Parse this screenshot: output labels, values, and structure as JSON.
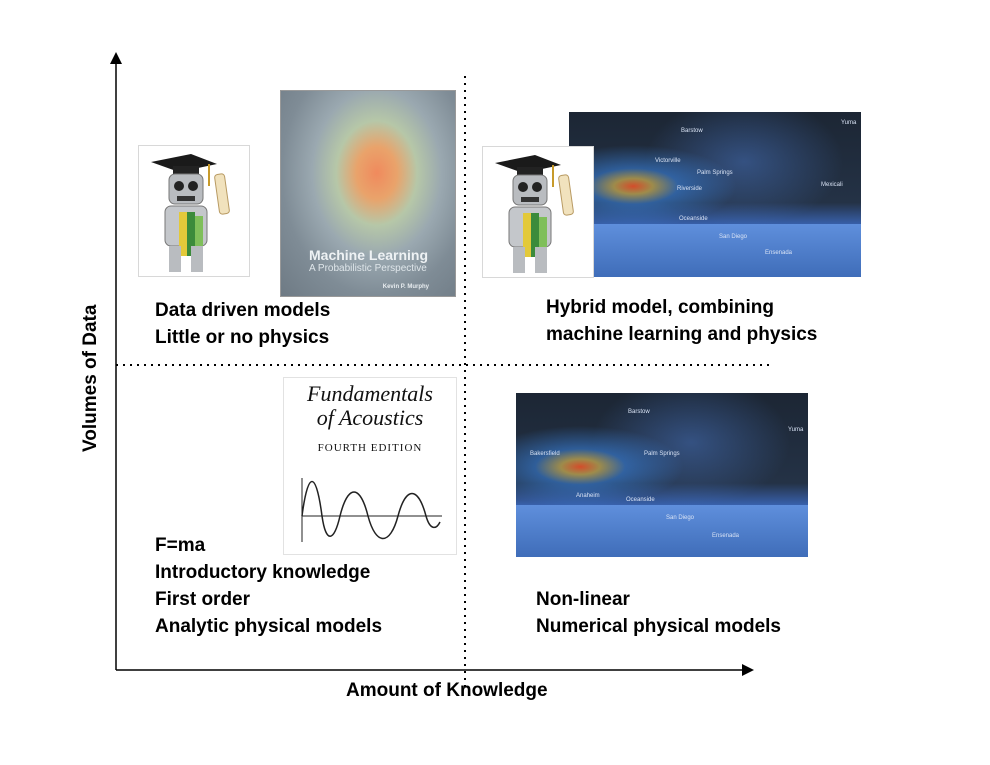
{
  "axes": {
    "x_title": "Amount of Knowledge",
    "y_title": "Volumes of Data"
  },
  "quadrants": {
    "top_left": {
      "line1": "Data driven models",
      "line2": "Little or no physics"
    },
    "top_right": {
      "line1": "Hybrid model, combining",
      "line2": "machine learning and physics"
    },
    "bottom_left": {
      "line1": "F=ma",
      "line2": "Introductory knowledge",
      "line3": "First order",
      "line4": "Analytic physical models"
    },
    "bottom_right": {
      "line1": "Non-linear",
      "line2": "Numerical physical models"
    }
  },
  "book_ml": {
    "title": "Machine Learning",
    "subtitle": "A Probabilistic Perspective",
    "author": "Kevin P. Murphy"
  },
  "book_acoustics": {
    "title_line1": "Fundamentals",
    "title_line2": "of Acoustics",
    "edition": "FOURTH EDITION"
  },
  "map_towns": [
    "Barstow",
    "Victorville",
    "Palm Springs",
    "Riverside",
    "Oceanside",
    "San Diego",
    "Yuma",
    "Mexicali",
    "Ensenada",
    "Bakersfield",
    "Anaheim"
  ]
}
